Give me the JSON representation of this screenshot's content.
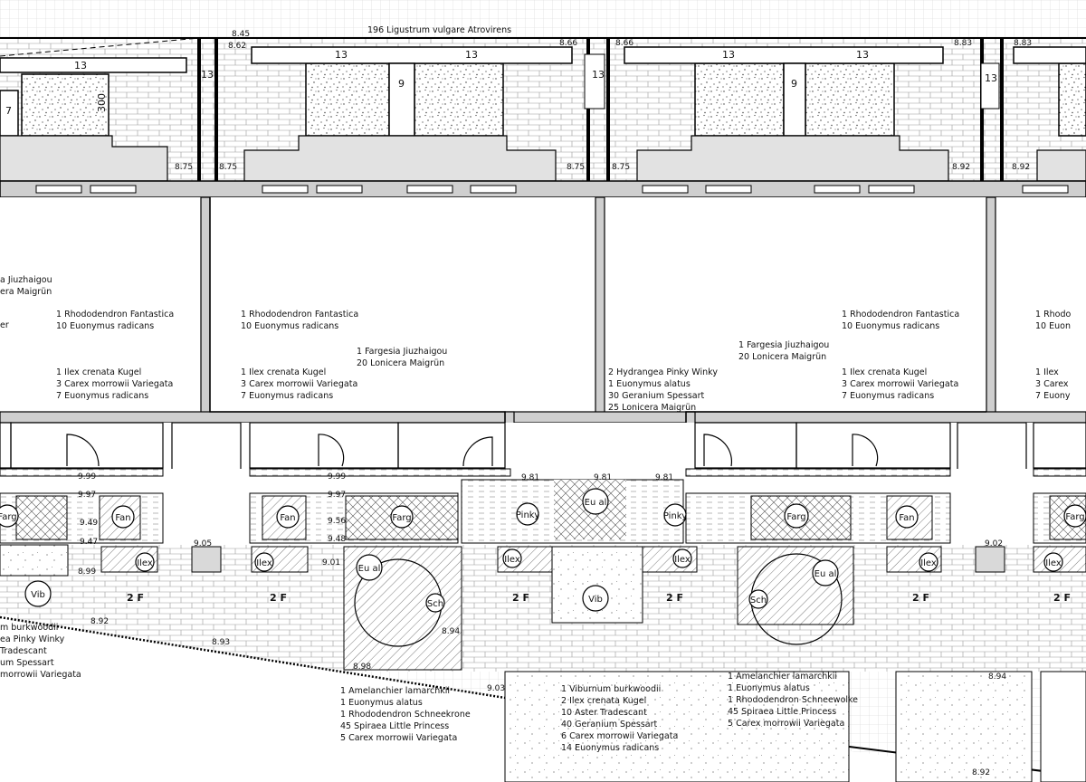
{
  "plan": {
    "header_label": "196 Ligustrum vulgare Atrovirens",
    "dimensions": {
      "d13": "13",
      "d9": "9",
      "d7": "7",
      "d300": "300"
    },
    "elevations": {
      "e845": "8.45",
      "e862": "8.62",
      "e866": "8.66",
      "e883": "8.83",
      "e875": "8.75",
      "e892": "8.92",
      "e999": "9.99",
      "e997": "9.97",
      "e949": "9.49",
      "e947": "9.47",
      "e899": "8.99",
      "e905": "9.05",
      "e956": "9.56",
      "e948": "9.48",
      "e901": "9.01",
      "e981": "9.81",
      "e902": "9.02",
      "e894": "8.94",
      "e893": "8.93",
      "e898": "8.98",
      "e903": "9.03"
    },
    "unit_labels": {
      "floor": "2 F"
    },
    "symbols": {
      "farg": "Farg",
      "fan": "Fan",
      "ilex": "Ilex",
      "vib": "Vib",
      "eual": "Eu al",
      "sch": "Sch",
      "pinky": "Pinky"
    },
    "plantings": {
      "left_partial": [
        "a Jiuzhaigou",
        "era Maigrün",
        "er"
      ],
      "rho_fan": [
        "1 Rhododendron Fantastica",
        "10 Euonymus radicans"
      ],
      "ilex_carex": [
        "1 Ilex crenata Kugel",
        "3 Carex morrowii Variegata",
        "7 Euonymus radicans"
      ],
      "rho_partial": [
        "1 Rhodo",
        "10 Euon"
      ],
      "ilex_partial": [
        "1 Ilex",
        "3 Carex",
        "7 Euony"
      ],
      "fargesia": [
        "1 Fargesia Jiuzhaigou",
        "20 Lonicera Maigrün"
      ],
      "hydrangea": [
        "2 Hydrangea Pinky Winky",
        "1 Euonymus alatus",
        "30 Geranium Spessart",
        "25 Lonicera Maigrün"
      ],
      "left_bottom_partial": [
        "m burkwoodii",
        "ea Pinky Winky",
        "Tradescant",
        "um Spessart",
        "morrowii Variegata"
      ],
      "amel_a": [
        "1 Amelanchier lamarchkii",
        "1 Euonymus alatus",
        "1 Rhododendron Schneekrone",
        "45 Spiraea Little Princess",
        "5 Carex morrowii Variegata"
      ],
      "viburnum": [
        "1 Viburnum burkwoodii",
        "2 Ilex crenata Kugel",
        "10 Aster Tradescant",
        "40 Geranium Spessart",
        "6 Carex morrowii Variegata",
        "14 Euonymus radicans"
      ],
      "amel_b": [
        "1 Amelanchier lamarchkii",
        "1 Euonymus alatus",
        "1 Rhododendron Schneewolke",
        "45 Spiraea Little Princess",
        "5 Carex morrowii Variegata"
      ]
    }
  }
}
